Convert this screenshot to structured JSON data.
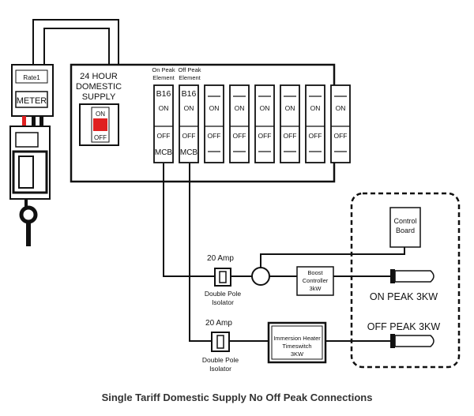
{
  "meter": {
    "rate_label": "Rate1",
    "meter_label": "METER"
  },
  "consumer_unit": {
    "supply_label_line1": "24 HOUR",
    "supply_label_line2": "DOMESTIC",
    "supply_label_line3": "SUPPLY",
    "main_switch_on": "ON",
    "main_switch_off": "OFF",
    "on_peak_element_line1": "On Peak",
    "on_peak_element_line2": "Element",
    "off_peak_element_line1": "Off Peak",
    "off_peak_element_line2": "Element",
    "breaker_rating": "B16",
    "breaker_on": "ON",
    "breaker_off": "OFF",
    "mcb_label": "MCB"
  },
  "isolators": [
    {
      "rating": "20 Amp",
      "label_line1": "Double Pole",
      "label_line2": "Isolator"
    },
    {
      "rating": "20 Amp",
      "label_line1": "Double Pole",
      "label_line2": "Isolator"
    }
  ],
  "boost_controller": {
    "line1": "Boost",
    "line2": "Controller",
    "line3": "3kW"
  },
  "timeswitch": {
    "line1": "Immersion Heater",
    "line2": "Timeswitch",
    "line3": "3KW"
  },
  "control_board": {
    "line1": "Control",
    "line2": "Board"
  },
  "elements": {
    "on_peak": "ON PEAK 3KW",
    "off_peak": "OFF PEAK 3KW"
  },
  "caption": "Single Tariff Domestic Supply No Off Peak Connections",
  "colors": {
    "line": "#111111",
    "main_switch": "#e02020",
    "background": "#ffffff"
  }
}
